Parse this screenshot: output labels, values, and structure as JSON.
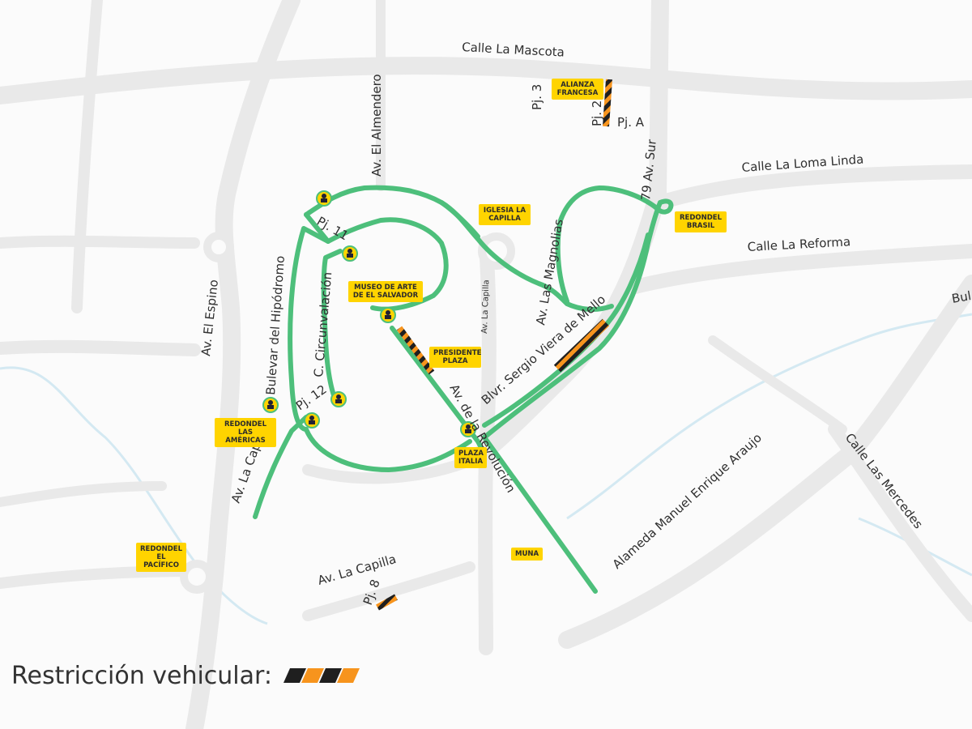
{
  "colors": {
    "route": "#4dbf7b",
    "restriction_a": "#1f1f1f",
    "restriction_b": "#f7941d",
    "poi_bg": "#ffd400",
    "road": "#e9e9e9",
    "water": "#d4e9f2",
    "background": "#fbfbfb"
  },
  "icons": [
    "traffic-officer-icon",
    "restriction-stripe-icon"
  ],
  "streets": {
    "calle_la_mascota": "Calle La Mascota",
    "av_el_almendero": "Av. El Almendero",
    "pj_3": "Pj. 3",
    "pj_2": "Pj. 2",
    "pj_a": "Pj. A",
    "av_79_sur": "79 Av. Sur",
    "calle_la_loma_linda": "Calle La Loma Linda",
    "calle_la_reforma": "Calle La Reforma",
    "bul": "Bul",
    "pj_11": "Pj. 11",
    "c_circunvalacion": "C. Circunvalación",
    "bulevar_del_hipodromo": "Bulevar del Hipódromo",
    "av_el_espino": "Av. El Espino",
    "av_la_capilla_center": "Av. La Capilla",
    "av_las_magnolias": "Av. Las Magnolias",
    "blvr_sergio_viera": "Blvr. Sergio Viera de Mello",
    "av_de_la_revolucion": "Av. de la Revolución",
    "pj_12": "Pj. 12",
    "av_la_capilla_sw": "Av. La Capilla",
    "av_la_capilla_south": "Av. La Capilla",
    "pj_8": "Pj. 8",
    "alameda_manuel_enrique_araujo": "Alameda Manuel Enrique Araujo",
    "calle_las_mercedes": "Calle Las Mercedes"
  },
  "pois": {
    "alianza_francesa": "Alianza Francesa",
    "iglesia_la_capilla": "Iglesia La Capilla",
    "redondel_brasil": "Redondel Brasil",
    "museo_de_arte": "Museo de Arte de El Salvador",
    "presidente_plaza": "Presidente Plaza",
    "redondel_las_americas": "Redondel Las Américas",
    "plaza_italia": "Plaza Italia",
    "redondel_el_pacifico": "Redondel El Pacífico",
    "muna": "MUNA"
  },
  "legend": {
    "label": "Restricción vehicular:"
  }
}
